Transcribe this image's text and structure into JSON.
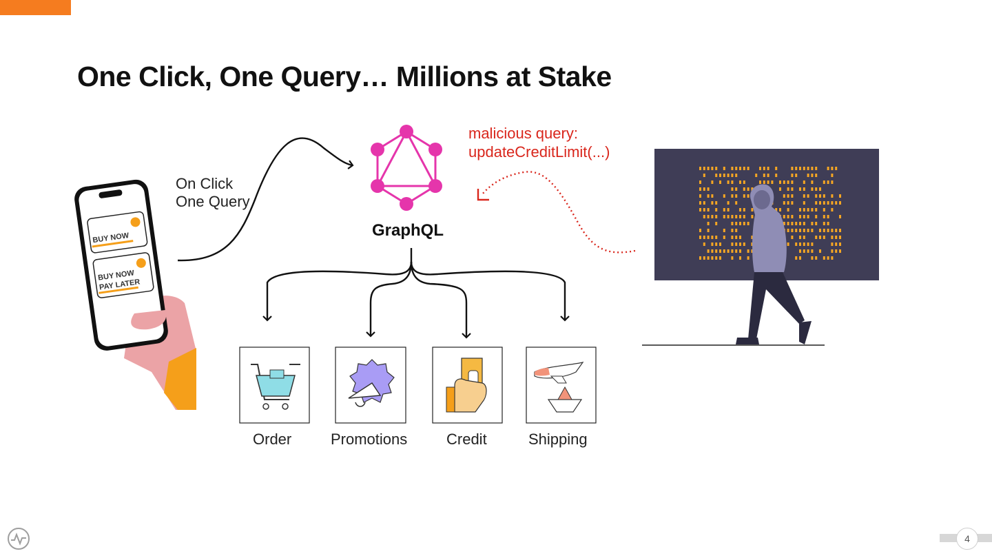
{
  "slide": {
    "title": "One Click, One Query… Millions at Stake",
    "page_number": "4"
  },
  "client": {
    "label_line1": "On Click",
    "label_line2": "One Query",
    "buttons": [
      "BUY NOW",
      "BUY NOW",
      "PAY LATER"
    ]
  },
  "graphql": {
    "label": "GraphQL"
  },
  "attacker": {
    "label_line1": "malicious query:",
    "label_line2": "updateCreditLimit(...)"
  },
  "services": [
    {
      "name": "Order",
      "icon": "cart-icon"
    },
    {
      "name": "Promotions",
      "icon": "megaphone-icon"
    },
    {
      "name": "Credit",
      "icon": "credit-card-hand-icon"
    },
    {
      "name": "Shipping",
      "icon": "plane-boat-icon"
    }
  ],
  "colors": {
    "accent": "#f57c1f",
    "graphql": "#e535ab",
    "malicious": "#d9261c",
    "matrix_bg": "#3f3d56",
    "matrix_glyph": "#f5a623"
  }
}
